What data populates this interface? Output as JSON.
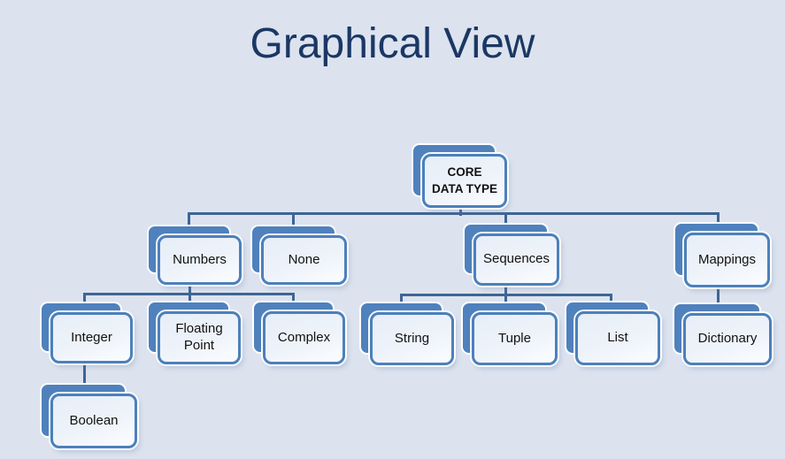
{
  "slide": {
    "title": "Graphical View"
  },
  "diagram": {
    "nodes": {
      "core": {
        "label": "CORE\nDATA TYPE"
      },
      "numbers": {
        "label": "Numbers"
      },
      "none": {
        "label": "None"
      },
      "sequences": {
        "label": "Sequences"
      },
      "mappings": {
        "label": "Mappings"
      },
      "integer": {
        "label": "Integer"
      },
      "floating_point": {
        "label": "Floating\nPoint"
      },
      "complex": {
        "label": "Complex"
      },
      "string": {
        "label": "String"
      },
      "tuple": {
        "label": "Tuple"
      },
      "list": {
        "label": "List"
      },
      "dictionary": {
        "label": "Dictionary"
      },
      "boolean": {
        "label": "Boolean"
      }
    },
    "edges": [
      [
        "core",
        "numbers"
      ],
      [
        "core",
        "none"
      ],
      [
        "core",
        "sequences"
      ],
      [
        "core",
        "mappings"
      ],
      [
        "numbers",
        "integer"
      ],
      [
        "numbers",
        "floating_point"
      ],
      [
        "numbers",
        "complex"
      ],
      [
        "integer",
        "boolean"
      ],
      [
        "sequences",
        "string"
      ],
      [
        "sequences",
        "tuple"
      ],
      [
        "sequences",
        "list"
      ],
      [
        "mappings",
        "dictionary"
      ]
    ],
    "colors": {
      "background": "#dce3ef",
      "title_text": "#1b3764",
      "node_back_panel": "#4f81bd",
      "node_border": "#4d80bb",
      "node_face_fill": "#eef3fa",
      "node_text": "#111111",
      "connector": "#3e6595"
    }
  }
}
